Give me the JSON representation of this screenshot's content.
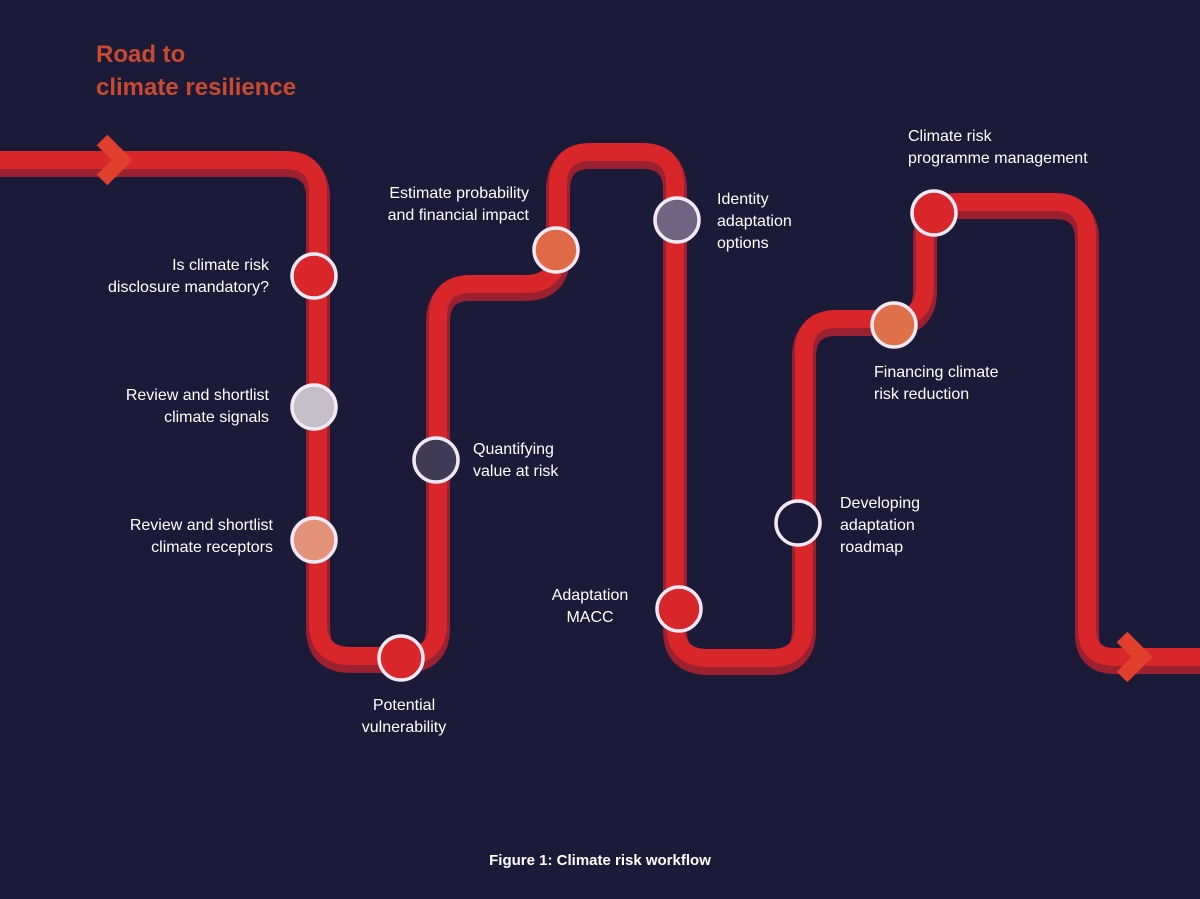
{
  "title": {
    "line1": "Road to",
    "line2": "climate resilience"
  },
  "colors": {
    "background": "#1b1a38",
    "road": "#d8262b",
    "road_shadow": "#9b2030",
    "arrow": "#e0402c",
    "node_ring": "#f3e9f4"
  },
  "steps": [
    {
      "line1": "Is climate risk",
      "line2": "disclosure mandatory?",
      "fill": "#d8262b"
    },
    {
      "line1": "Review and shortlist",
      "line2": "climate signals",
      "fill": "#c4bec8"
    },
    {
      "line1": "Review and shortlist",
      "line2": "climate receptors",
      "fill": "#e39178"
    },
    {
      "line1": "Potential",
      "line2": "vulnerability",
      "fill": "#d8262b"
    },
    {
      "line1": "Quantifying",
      "line2": "value at risk",
      "fill": "#3f3b56"
    },
    {
      "line1": "Estimate probability",
      "line2": "and financial impact",
      "fill": "#e06a45"
    },
    {
      "line1": "Identity",
      "line2": "adaptation",
      "line3": "options",
      "fill": "#6f6583"
    },
    {
      "line1": "Adaptation",
      "line2": "MACC",
      "fill": "#d8262b"
    },
    {
      "line1": "Developing",
      "line2": "adaptation",
      "line3": "roadmap",
      "fill": "#1b1a38"
    },
    {
      "line1": "Financing climate",
      "line2": "risk reduction",
      "fill": "#e0704a"
    },
    {
      "line1": "Climate risk",
      "line2": "programme management",
      "fill": "#d8262b"
    }
  ],
  "caption": "Figure 1: Climate risk workflow"
}
